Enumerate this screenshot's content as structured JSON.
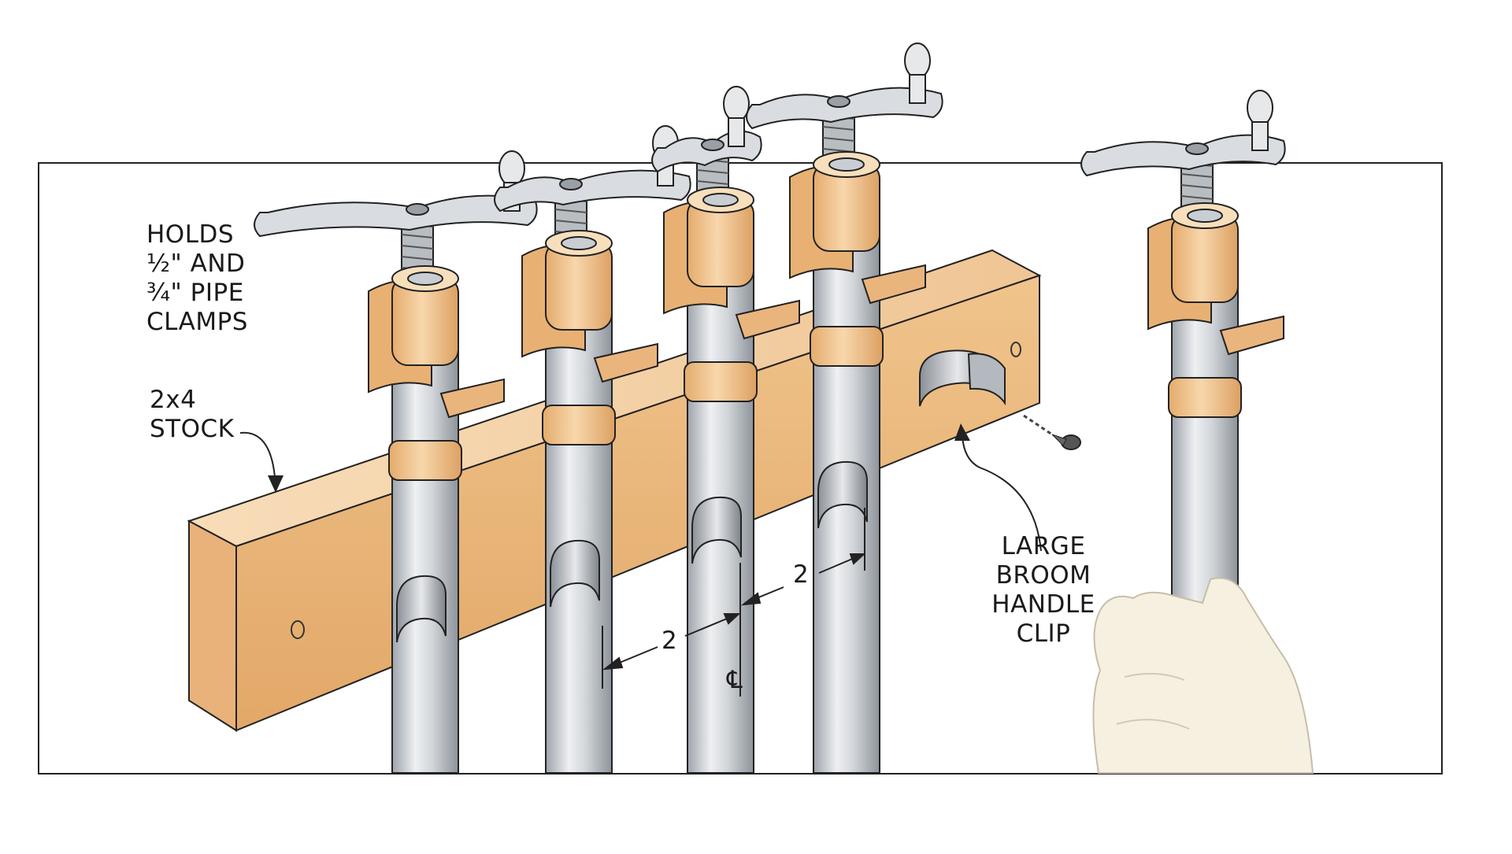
{
  "callouts": {
    "holds": [
      "HOLDS",
      "½\" AND",
      "¾\" PIPE",
      "CLAMPS"
    ],
    "stock": [
      "2x4",
      "STOCK"
    ],
    "clip": [
      "LARGE",
      "BROOM",
      "HANDLE",
      "CLIP"
    ]
  },
  "dimensions": {
    "left_spacing": "2",
    "right_spacing": "2",
    "centerline_symbol": "℄"
  },
  "colors": {
    "wood": "#eab57d",
    "wood_light": "#f4cf9f",
    "metal": "#d3d7dc",
    "metal_dark": "#8f959c",
    "outline": "#222222"
  }
}
